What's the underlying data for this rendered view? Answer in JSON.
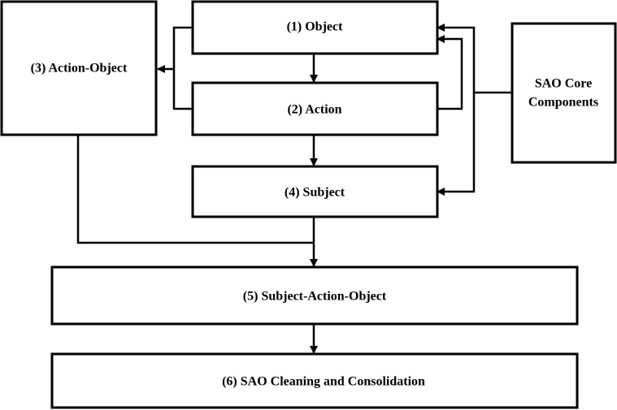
{
  "diagram": {
    "nodes": {
      "object": "(1) Object",
      "action": "(2) Action",
      "action_object": "(3) Action-Object",
      "subject": "(4) Subject",
      "sao": "(5) Subject-Action-Object",
      "cleaning": "(6) SAO Cleaning and Consolidation",
      "core_line1": "SAO Core",
      "core_line2": "Components"
    },
    "edges": [
      {
        "from": "object",
        "to": "action"
      },
      {
        "from": "action",
        "to": "subject"
      },
      {
        "from": "object",
        "to": "action_object"
      },
      {
        "from": "action",
        "to": "action_object"
      },
      {
        "from": "action",
        "to": "object"
      },
      {
        "from": "sao_core_components",
        "to": "object"
      },
      {
        "from": "sao_core_components",
        "to": "subject"
      },
      {
        "from": "subject",
        "to": "sao"
      },
      {
        "from": "action_object",
        "to": "sao"
      },
      {
        "from": "sao",
        "to": "cleaning"
      }
    ]
  }
}
